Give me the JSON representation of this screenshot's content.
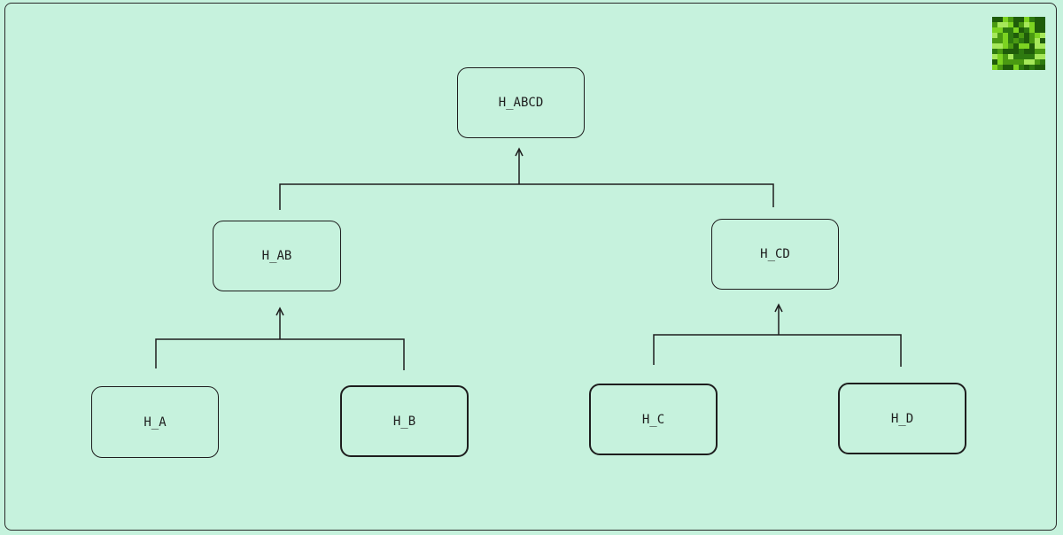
{
  "diagram": {
    "nodes": {
      "root": {
        "label": "H_ABCD"
      },
      "ab": {
        "label": "H_AB"
      },
      "cd": {
        "label": "H_CD"
      },
      "a": {
        "label": "H_A"
      },
      "b": {
        "label": "H_B"
      },
      "c": {
        "label": "H_C"
      },
      "d": {
        "label": "H_D"
      }
    },
    "edges": [
      {
        "from": [
          "a",
          "b"
        ],
        "to": "ab"
      },
      {
        "from": [
          "c",
          "d"
        ],
        "to": "cd"
      },
      {
        "from": [
          "ab",
          "cd"
        ],
        "to": "root"
      }
    ],
    "logo": {
      "name": "pixel-mosaic-logo",
      "colors": [
        "#7cd321",
        "#4a9a12",
        "#1f5c0a",
        "#a6e85a",
        "#2e7a10"
      ]
    },
    "colors": {
      "background": "#c6f2dd",
      "stroke": "#1e1e1e"
    }
  }
}
